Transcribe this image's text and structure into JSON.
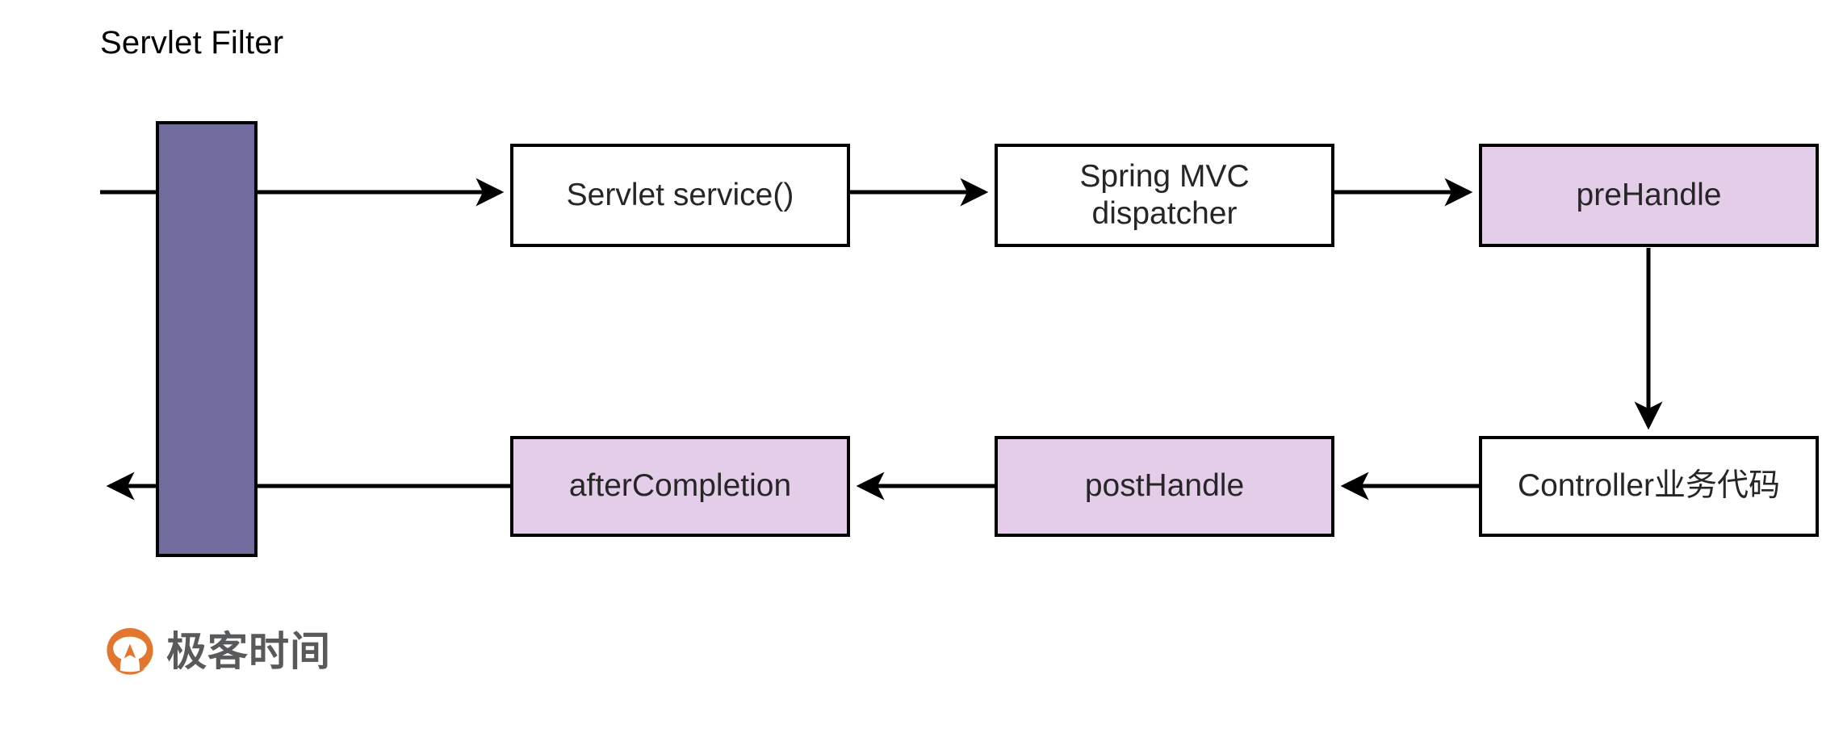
{
  "diagram": {
    "title": "Servlet Filter",
    "type": "flow-diagram",
    "background_color": "#ffffff",
    "stroke_color": "#000000",
    "colors": {
      "filter_bar_fill": "#716c9e",
      "interceptor_fill": "#e3cde8",
      "plain_fill": "#ffffff",
      "text": "#262626",
      "brand_orange": "#e3762f",
      "brand_gray": "#58595b"
    },
    "filter_bar": {
      "name": "Servlet Filter",
      "fill": "#716c9e"
    },
    "nodes": [
      {
        "id": "servlet-service",
        "label": "Servlet service()",
        "fill": "#ffffff",
        "row": "request"
      },
      {
        "id": "spring-mvc-dispatcher",
        "label": "Spring MVC\ndispatcher",
        "fill": "#ffffff",
        "row": "request"
      },
      {
        "id": "prehandle",
        "label": "preHandle",
        "fill": "#e3cde8",
        "row": "request"
      },
      {
        "id": "controller",
        "label": "Controller业务代码",
        "fill": "#ffffff",
        "row": "response"
      },
      {
        "id": "posthandle",
        "label": "postHandle",
        "fill": "#e3cde8",
        "row": "response"
      },
      {
        "id": "aftercompletion",
        "label": "afterCompletion",
        "fill": "#e3cde8",
        "row": "response"
      }
    ],
    "edges": [
      {
        "id": "edge-in-filter",
        "from": "request-in",
        "to": "servlet-service",
        "direction": "right"
      },
      {
        "id": "edge-service-dispatcher",
        "from": "servlet-service",
        "to": "spring-mvc-dispatcher",
        "direction": "right"
      },
      {
        "id": "edge-dispatcher-prehandle",
        "from": "spring-mvc-dispatcher",
        "to": "prehandle",
        "direction": "right"
      },
      {
        "id": "edge-prehandle-controller",
        "from": "prehandle",
        "to": "controller",
        "direction": "down"
      },
      {
        "id": "edge-controller-posthandle",
        "from": "controller",
        "to": "posthandle",
        "direction": "left"
      },
      {
        "id": "edge-posthandle-aftercompletion",
        "from": "posthandle",
        "to": "aftercompletion",
        "direction": "left"
      },
      {
        "id": "edge-aftercompletion-out",
        "from": "aftercompletion",
        "to": "response-out",
        "direction": "left"
      }
    ]
  },
  "brand": {
    "name": "极客时间",
    "mark": "geektime-logo-icon"
  }
}
